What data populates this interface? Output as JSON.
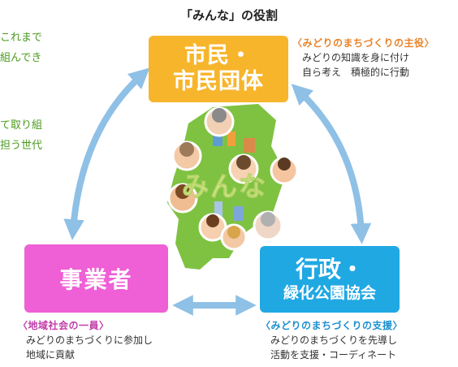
{
  "title": "「みんな」の役割",
  "side_text": {
    "line1": "これまで",
    "line2": "組んでき",
    "line3": "て取り組",
    "line4": "担う世代"
  },
  "citizens": {
    "box_line1": "市民・",
    "box_line2": "市民団体",
    "heading": "〈みどりのまちづくりの主役〉",
    "text_line1": "みどりの知識を身に付け",
    "text_line2": "自ら考え　積極的に行動"
  },
  "business": {
    "box_label": "事業者",
    "heading": "〈地域社会の一員〉",
    "text_line1": "みどりのまちづくりに参加し",
    "text_line2": "地域に貢献"
  },
  "admin": {
    "box_line1": "行政・",
    "box_line2": "緑化公園協会",
    "heading": "〈みどりのまちづくりの支援〉",
    "text_line1": "みどりのまちづくりを先導し",
    "text_line2": "活動を支援・コーディネート"
  },
  "center_label": "みんな",
  "colors": {
    "citizens": "#f7b52c",
    "business": "#ef5fd6",
    "admin": "#20a8e3",
    "map": "#7fc242",
    "arrows": "#8fc0e6",
    "heading_orange": "#e8832a",
    "heading_magenta": "#c23ca8",
    "heading_blue": "#1a8fd0",
    "side_green": "#4a9a1e"
  },
  "icons": [
    "bidirectional-arrow",
    "city-map-illustration",
    "person-face-icon"
  ]
}
